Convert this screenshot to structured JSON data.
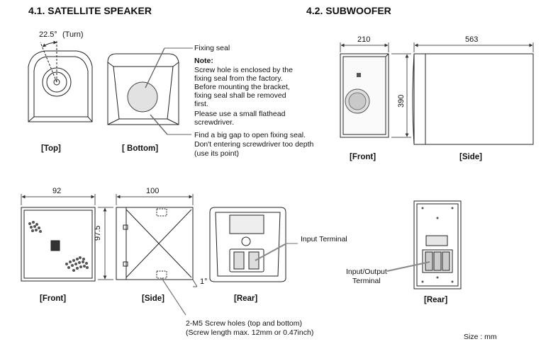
{
  "satellite": {
    "heading": "4.1. SATELLITE SPEAKER",
    "turn_label": "(Turn)",
    "angle_label": "22.5°",
    "top_label": "[Top]",
    "bottom_label": "[ Bottom]",
    "fixing_seal": "Fixing seal",
    "note_title": "Note:",
    "note_lines": [
      "Screw hole is enclosed by the",
      "fixing seal from the factory.",
      "Before mounting the bracket,",
      "fixing seal shall be removed",
      "first.",
      "Please use a small flathead",
      "screwdriver."
    ],
    "gap_lines": [
      "Find a big gap to open fixing seal.",
      "Don't entering screwdriver too depth",
      "(use its point)"
    ],
    "dim_width_front": "92",
    "dim_width_side": "100",
    "dim_height": "97.5",
    "dim_angle": "1°",
    "front_label": "[Front]",
    "side_label": "[Side]",
    "rear_label": "[Rear]",
    "input_terminal": "Input Terminal",
    "screw_lines": [
      "2-M5 Screw holes (top and bottom)",
      "(Screw length max. 12mm or 0.47inch)"
    ]
  },
  "subwoofer": {
    "heading": "4.2. SUBWOOFER",
    "dim_width_front": "210",
    "dim_depth_side": "563",
    "dim_height": "390",
    "front_label": "[Front]",
    "side_label": "[Side]",
    "io_lines": [
      "Input/Output",
      "Terminal"
    ],
    "rear_label": "[Rear]"
  },
  "size_note": "Size : mm"
}
